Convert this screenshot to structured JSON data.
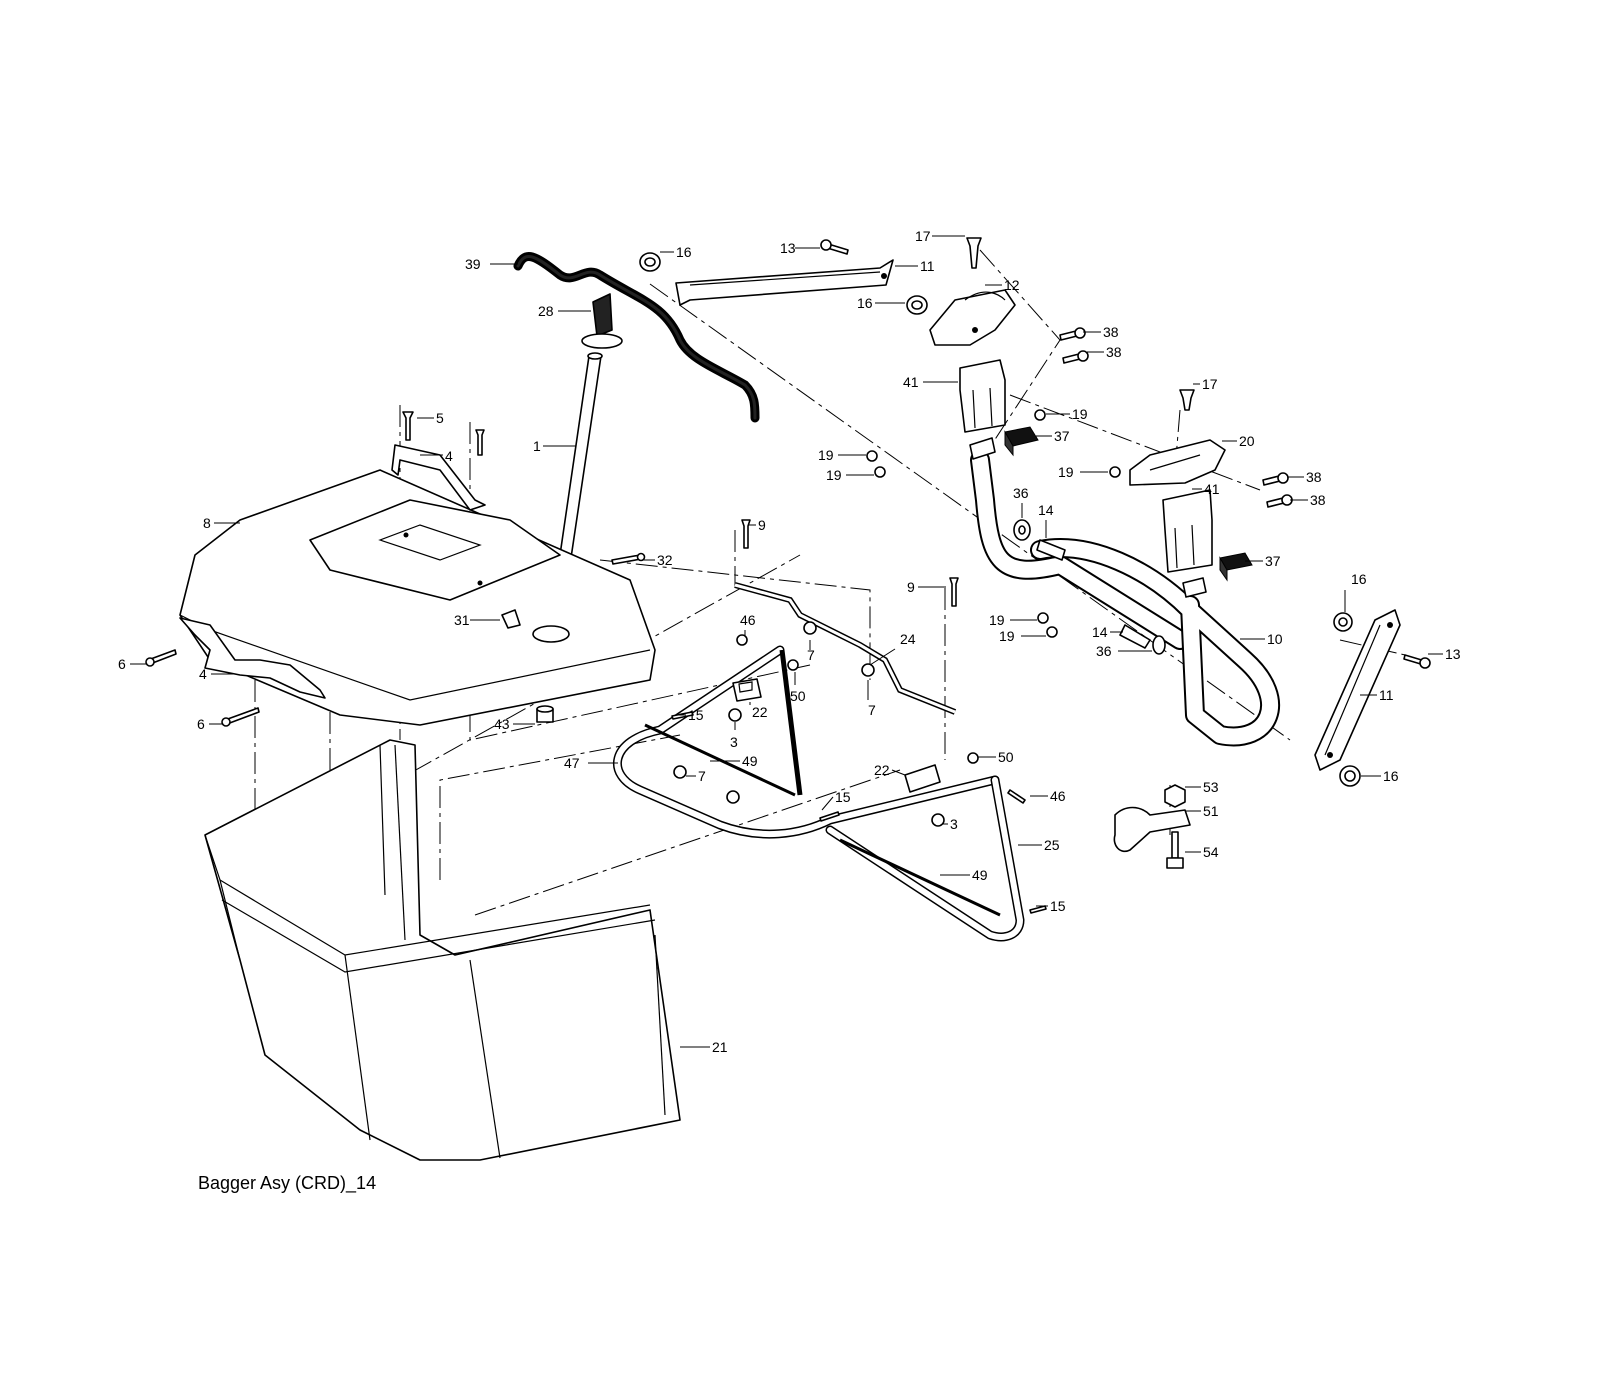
{
  "caption": "Bagger Asy (CRD)_14",
  "callouts": [
    {
      "id": "c39",
      "label": "39"
    },
    {
      "id": "c28",
      "label": "28"
    },
    {
      "id": "c1",
      "label": "1"
    },
    {
      "id": "c5",
      "label": "5"
    },
    {
      "id": "c4a",
      "label": "4"
    },
    {
      "id": "c8",
      "label": "8"
    },
    {
      "id": "c32",
      "label": "32"
    },
    {
      "id": "c31",
      "label": "31"
    },
    {
      "id": "c6a",
      "label": "6"
    },
    {
      "id": "c4b",
      "label": "4"
    },
    {
      "id": "c6b",
      "label": "6"
    },
    {
      "id": "c43",
      "label": "43"
    },
    {
      "id": "c16a",
      "label": "16"
    },
    {
      "id": "c13a",
      "label": "13"
    },
    {
      "id": "c11a",
      "label": "11"
    },
    {
      "id": "c16b",
      "label": "16"
    },
    {
      "id": "c17a",
      "label": "17"
    },
    {
      "id": "c12",
      "label": "12"
    },
    {
      "id": "c38a",
      "label": "38"
    },
    {
      "id": "c38b",
      "label": "38"
    },
    {
      "id": "c41a",
      "label": "41"
    },
    {
      "id": "c19a",
      "label": "19"
    },
    {
      "id": "c37a",
      "label": "37"
    },
    {
      "id": "c19b",
      "label": "19"
    },
    {
      "id": "c19c",
      "label": "19"
    },
    {
      "id": "c17b",
      "label": "17"
    },
    {
      "id": "c20",
      "label": "20"
    },
    {
      "id": "c19d",
      "label": "19"
    },
    {
      "id": "c41b",
      "label": "41"
    },
    {
      "id": "c38c",
      "label": "38"
    },
    {
      "id": "c38d",
      "label": "38"
    },
    {
      "id": "c36a",
      "label": "36"
    },
    {
      "id": "c14a",
      "label": "14"
    },
    {
      "id": "c37b",
      "label": "37"
    },
    {
      "id": "c9a",
      "label": "9"
    },
    {
      "id": "c9b",
      "label": "9"
    },
    {
      "id": "c24",
      "label": "24"
    },
    {
      "id": "c46a",
      "label": "46"
    },
    {
      "id": "c7a",
      "label": "7"
    },
    {
      "id": "c7b",
      "label": "7"
    },
    {
      "id": "c50a",
      "label": "50"
    },
    {
      "id": "c22a",
      "label": "22"
    },
    {
      "id": "c15a",
      "label": "15"
    },
    {
      "id": "c3a",
      "label": "3"
    },
    {
      "id": "c47",
      "label": "47"
    },
    {
      "id": "c49a",
      "label": "49"
    },
    {
      "id": "c7c",
      "label": "7"
    },
    {
      "id": "c15b",
      "label": "15"
    },
    {
      "id": "c22b",
      "label": "22"
    },
    {
      "id": "c50b",
      "label": "50"
    },
    {
      "id": "c46b",
      "label": "46"
    },
    {
      "id": "c3b",
      "label": "3"
    },
    {
      "id": "c25",
      "label": "25"
    },
    {
      "id": "c49b",
      "label": "49"
    },
    {
      "id": "c15c",
      "label": "15"
    },
    {
      "id": "c19e",
      "label": "19"
    },
    {
      "id": "c19f",
      "label": "19"
    },
    {
      "id": "c14b",
      "label": "14"
    },
    {
      "id": "c36b",
      "label": "36"
    },
    {
      "id": "c10",
      "label": "10"
    },
    {
      "id": "c16c",
      "label": "16"
    },
    {
      "id": "c13b",
      "label": "13"
    },
    {
      "id": "c11b",
      "label": "11"
    },
    {
      "id": "c16d",
      "label": "16"
    },
    {
      "id": "c53",
      "label": "53"
    },
    {
      "id": "c51",
      "label": "51"
    },
    {
      "id": "c54",
      "label": "54"
    },
    {
      "id": "c21",
      "label": "21"
    }
  ]
}
